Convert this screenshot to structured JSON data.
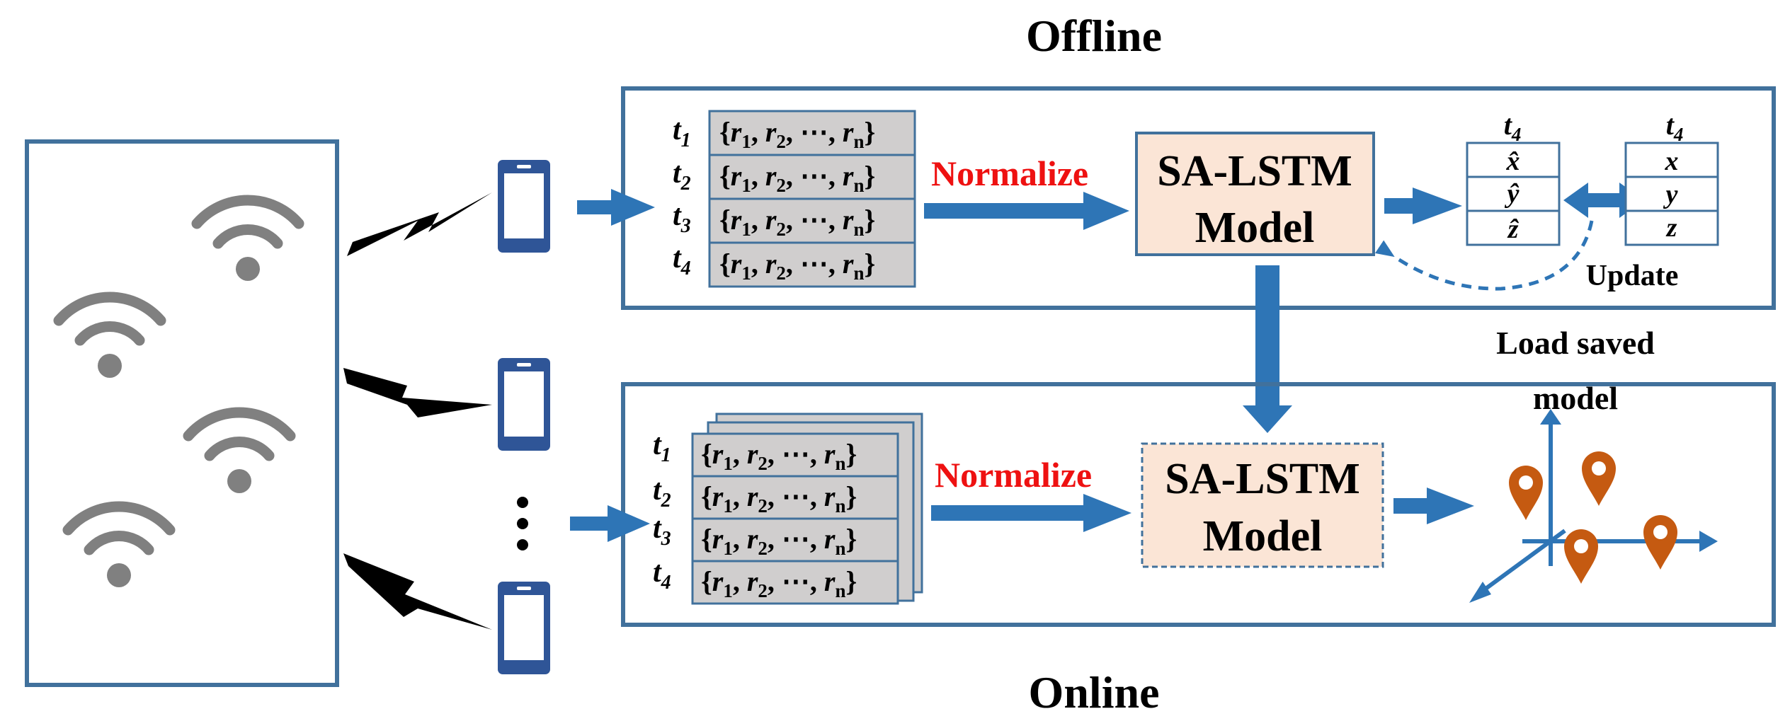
{
  "titles": {
    "offline": "Offline",
    "online": "Online"
  },
  "time_labels": [
    {
      "t": "t",
      "sub": "1"
    },
    {
      "t": "t",
      "sub": "2"
    },
    {
      "t": "t",
      "sub": "3"
    },
    {
      "t": "t",
      "sub": "4"
    }
  ],
  "rss_vector": {
    "open": "{",
    "r": "r",
    "subs": [
      "1",
      "2"
    ],
    "sep": ",",
    "ellipsis": "⋯",
    "last_sub": "n",
    "close": "}"
  },
  "normalize_label": "Normalize",
  "model_label": {
    "line1": "SA-LSTM",
    "line2": "Model"
  },
  "pred_header": {
    "t": "t",
    "sub": "4"
  },
  "pred_values": [
    "x̂",
    "ŷ",
    "ẑ"
  ],
  "truth_header": {
    "t": "t",
    "sub": "4"
  },
  "truth_values": [
    "x",
    "y",
    "z"
  ],
  "update_label": "Update",
  "load_label": {
    "line1": "Load saved",
    "line2": "model"
  },
  "icons": [
    "wifi-icon",
    "smartphone-icon",
    "lightning-bolt-icon",
    "location-pin-icon"
  ],
  "colors": {
    "frame": "#41719c",
    "arrow": "#2e75b6",
    "wifi": "#808080",
    "phone": "#2f5597",
    "model_fill": "#fbe5d6",
    "rss_fill": "#d0cece",
    "pin": "#c55a11",
    "accent_red": "#ee1111"
  }
}
